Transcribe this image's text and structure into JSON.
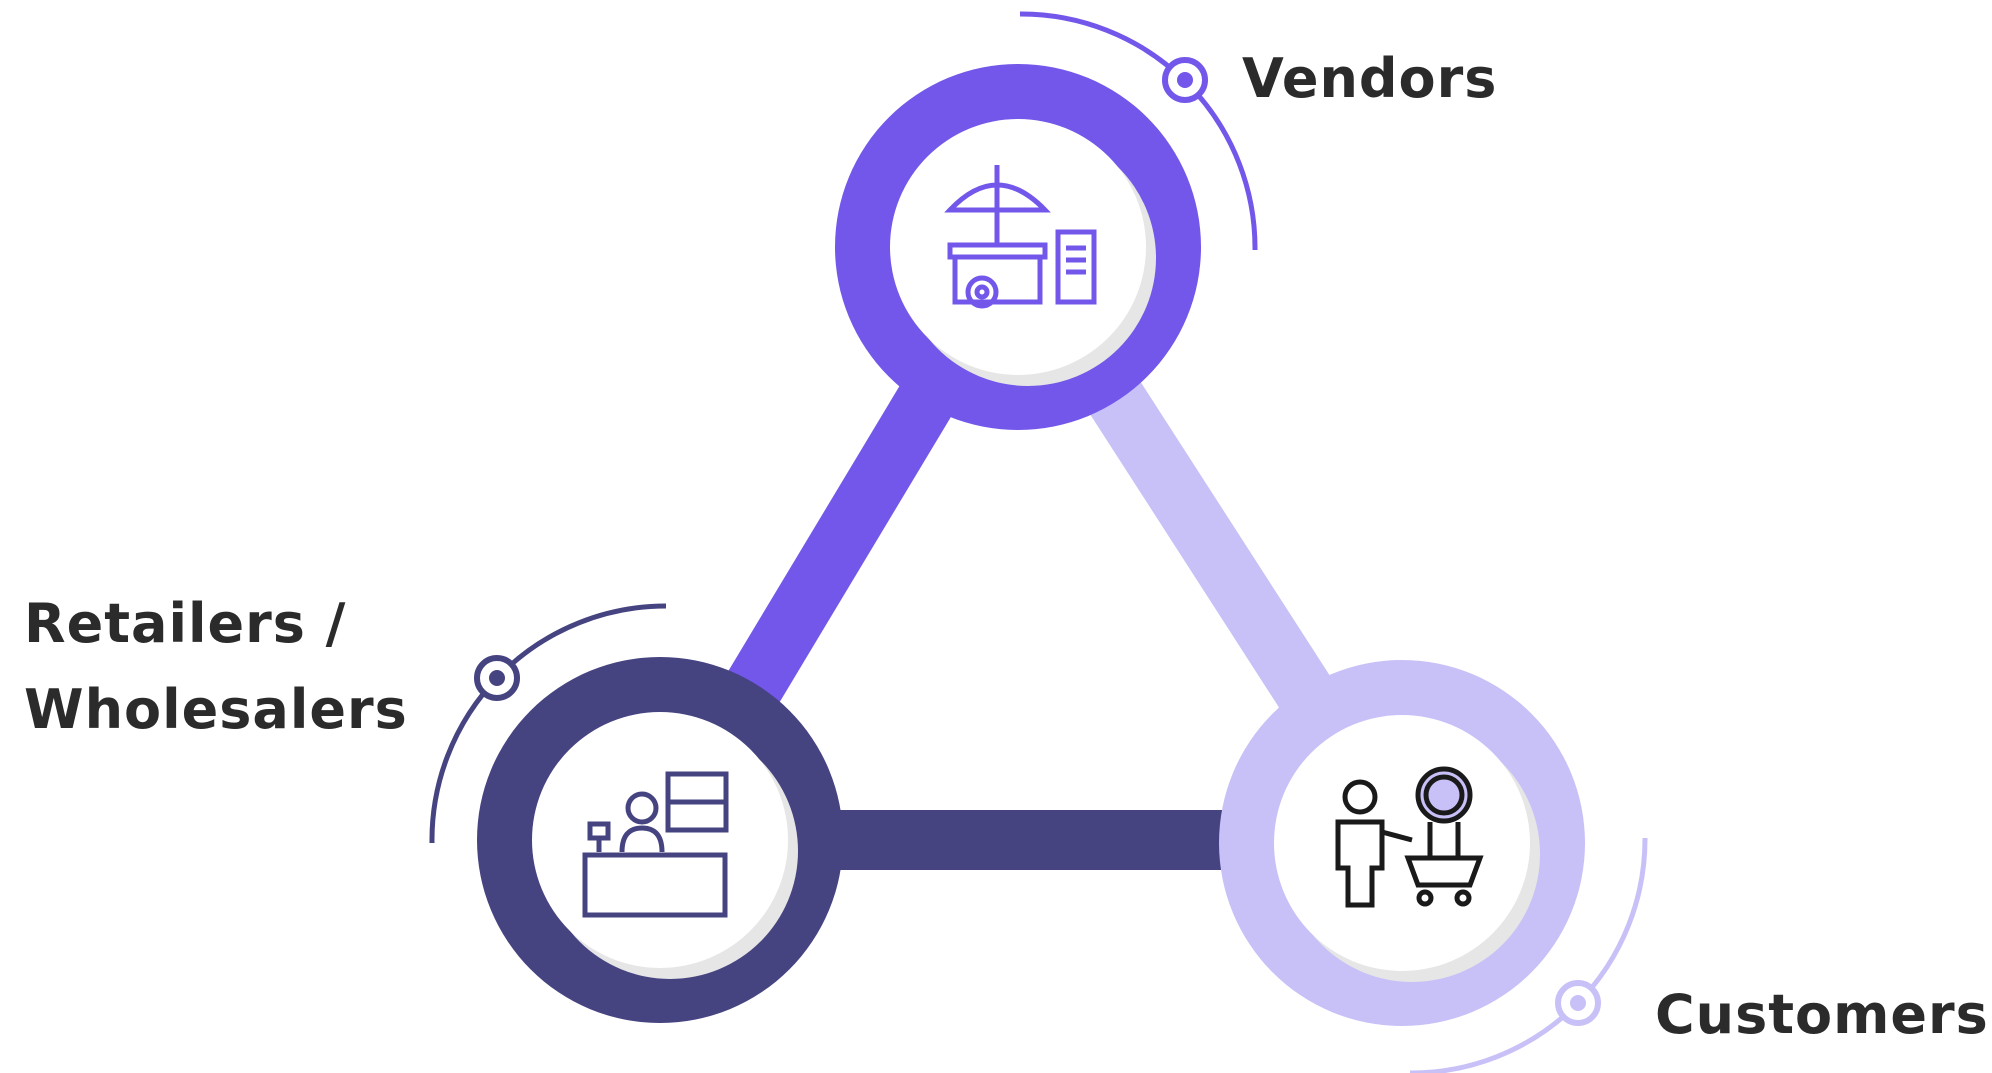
{
  "nodes": {
    "vendors": {
      "label": "Vendors",
      "color": "#7357ea",
      "icon": "vendor-cart-umbrella-icon"
    },
    "retailers": {
      "label_line1": "Retailers  /",
      "label_line2": "Wholesalers",
      "color": "#464381",
      "icon": "shopkeeper-counter-icon"
    },
    "customers": {
      "label": "Customers",
      "color": "#c8c1f8",
      "icon": "shopper-cart-dollar-icon"
    }
  },
  "colors": {
    "inner_shadow": "#e6e6e6",
    "text": "#2b2b2b"
  }
}
